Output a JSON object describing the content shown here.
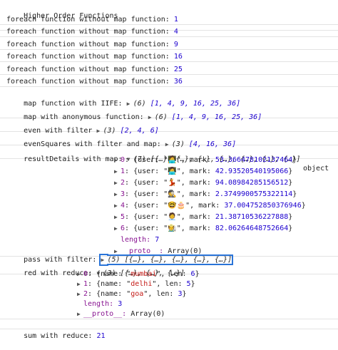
{
  "header": "Higher Order Functions",
  "foreach_lines": [
    {
      "label": "foreach function without map function:",
      "value": "1"
    },
    {
      "label": "foreach function without map function:",
      "value": "4"
    },
    {
      "label": "foreach function without map function:",
      "value": "9"
    },
    {
      "label": "foreach function without map function:",
      "value": "16"
    },
    {
      "label": "foreach function without map function:",
      "value": "25"
    },
    {
      "label": "foreach function without map function:",
      "value": "36"
    }
  ],
  "map_iife": {
    "label": "map function with IIFE:",
    "count": "(6)",
    "values": "[1, 4, 9, 16, 25, 36]"
  },
  "map_anon": {
    "label": "map with anonymous function:",
    "count": "(6)",
    "values": "[1, 4, 9, 16, 25, 36]"
  },
  "even_filter": {
    "label": "even with filter",
    "count": "(3)",
    "values": "[2, 4, 6]"
  },
  "even_squares": {
    "label": "evenSquares with filter and map:",
    "count": "(3)",
    "values": "[4, 16, 36]"
  },
  "result_details": {
    "label": "resultDetails with map:",
    "count": "(7)",
    "summary": "[{…}, {…}, {…}, {…}, {…}, {…}, {…}]",
    "type_tag": "object",
    "items": [
      {
        "index": "0",
        "emoji": "🧑‍💻",
        "mark": "53.366478102137464"
      },
      {
        "index": "1",
        "emoji": "👩‍💻",
        "mark": "42.93520540195066"
      },
      {
        "index": "2",
        "emoji": "💃",
        "mark": "94.08984285156512"
      },
      {
        "index": "3",
        "emoji": "🕵",
        "mark": "2.3749900575322114"
      },
      {
        "index": "4",
        "emoji": "🤓🎂",
        "mark": "37.004752850376946"
      },
      {
        "index": "5",
        "emoji": "🧑‍💼",
        "mark": "21.38710536227888"
      },
      {
        "index": "6",
        "emoji": "🧑‍🌾",
        "mark": "82.06264648752664"
      }
    ],
    "length_label": "length:",
    "length_value": "7",
    "proto_label": "__proto__:",
    "proto_value": "Array(0)"
  },
  "pass_filter": {
    "label": "pass with filter:",
    "count": "(5)",
    "summary": "[{…}, {…}, {…}, {…}, {…}]"
  },
  "red_reduce": {
    "label": "red with reduce:",
    "count": "(3)",
    "summary": "[{…}, {…}, {…}]",
    "items": [
      {
        "index": "0",
        "name": "mumbai",
        "len": "6"
      },
      {
        "index": "1",
        "name": "delhi",
        "len": "5"
      },
      {
        "index": "2",
        "name": "goa",
        "len": "3"
      }
    ],
    "length_label": "length:",
    "length_value": "3",
    "proto_label": "__proto__:",
    "proto_value": "Array(0)"
  },
  "sum_reduce": {
    "label": "sum with reduce:",
    "value": "21"
  }
}
